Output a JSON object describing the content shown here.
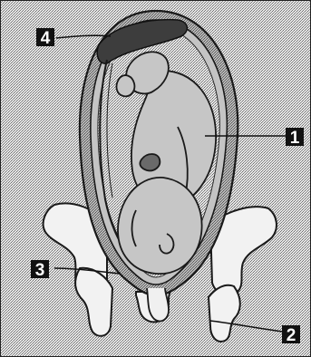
{
  "labels": [
    {
      "id": "label-1",
      "text": "1"
    },
    {
      "id": "label-2",
      "text": "2"
    },
    {
      "id": "label-3",
      "text": "3"
    },
    {
      "id": "label-4",
      "text": "4"
    }
  ],
  "colors": {
    "background_texture": "#cfcfcf",
    "uterus_fill": "#bdbdbd",
    "outline": "#1a1a1a",
    "placenta": "#4a4a4a",
    "fetus_fill": "#c2c2c2",
    "badge_fill": "#111111"
  }
}
